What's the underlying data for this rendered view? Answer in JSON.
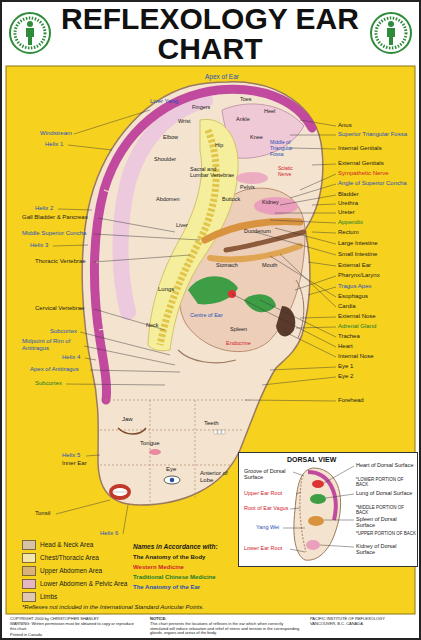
{
  "diagram": {
    "title": "REFLEXOLOGY EAR CHART",
    "nodes": [
      {
        "text": [
          "DORSAL VIEW"
        ]
      }
    ],
    "labels": [
      "Apex of Ear",
      "Liver Yang",
      "Windstream",
      "Helix 1",
      "Fingers",
      "Toes",
      "Heel",
      "Ankle",
      "Wrist",
      "Knee",
      "Elbow",
      "Hip",
      "Middle of Triangular Fossa",
      "Shoulder",
      "Sacral and Lumbar Vertebrae",
      "Pelvis",
      "Sciatic Nerve",
      "Buttock",
      "Abdomen",
      "Helix 2",
      "Gall Bladder & Pancreas",
      "Liver",
      "Kidney",
      "Middle Superior Concha",
      "Duodenum",
      "Helix 3",
      "Stomach",
      "Thoracic Vertebrae",
      "Centre of Ear",
      "Mouth",
      "Lungs",
      "Cervical Vertebrae",
      "Spleen",
      "Neck",
      "Subcortex",
      "Endocrine",
      "Midpoint of Rim of Antitragus",
      "Helix 4",
      "Apex of Antitragus",
      "Subcortex",
      "Jaw",
      "Teeth",
      "Tongue",
      "Helix 5",
      "Inner Ear",
      "Eye",
      "Anterior of Lobe",
      "Tonsil",
      "Helix 6",
      "Anus",
      "Superior Triangular Fossa",
      "Internal Genitals",
      "External Genitals",
      "Sympathetic Nerve",
      "Angle of Superior Concha",
      "Bladder",
      "Urethra",
      "Ureter",
      "Appendix",
      "Rectum",
      "Large Intestine",
      "Small Intestine",
      "External Ear",
      "Pharynx/Larynx",
      "Tragus Apex",
      "Esophagus",
      "Cardia",
      "External Nose",
      "Adrenal Gland",
      "Trachea",
      "Heart",
      "Internal Nose",
      "Eye 1",
      "Eye 2",
      "Forehead",
      "Heart of Dorsal Surface",
      "*LOWER PORTION OF BACK",
      "Groove of Dorsal Surface",
      "Upper Ear Root",
      "Lung of Dorsal Surface",
      "*MIDDLE PORTION OF BACK",
      "Root of Ear Vagus",
      "Spleen of Dorsal Surface",
      "Yang Wei",
      "*UPPER PORTION OF BACK",
      "Lower Ear Root",
      "Kidney of Dorsal Surface",
      "Names in Accordance with:",
      "The Anatomy of the Body",
      "Western Medicine",
      "Traditional Chinese Medicine",
      "The Anatomy of the Ear",
      "*Reflexes not included in the International Standard Auricular Points.",
      "COPYRIGHT 2000 by CHRISTOPHER SHANLEY",
      "WARNING: Written permission must be obtained to copy or reproduce this chart.",
      "Printed in Canada",
      "NOTICE:",
      "This chart presents the locations of reflexes in the ear which when correctly stimulated will induce relaxation and relief of stress and tension in the corresponding glands, organs and areas of the body.",
      "PACIFIC INSTITUTE OF REFLEXOLOGY",
      "VANCOUVER, B.C. CANADA"
    ],
    "legend": [
      {
        "text": "Head & Neck Area",
        "color": "#d8c2a6"
      },
      {
        "text": "Chest/Thoracic Area",
        "color": "#f2e6a8"
      },
      {
        "text": "Upper Abdomen Area",
        "color": "#d9b27a"
      },
      {
        "text": "Lower Abdomen & Pelvic Area",
        "color": "#e4b5c2"
      },
      {
        "text": "Limbs",
        "color": "#e0c8b0"
      }
    ]
  }
}
